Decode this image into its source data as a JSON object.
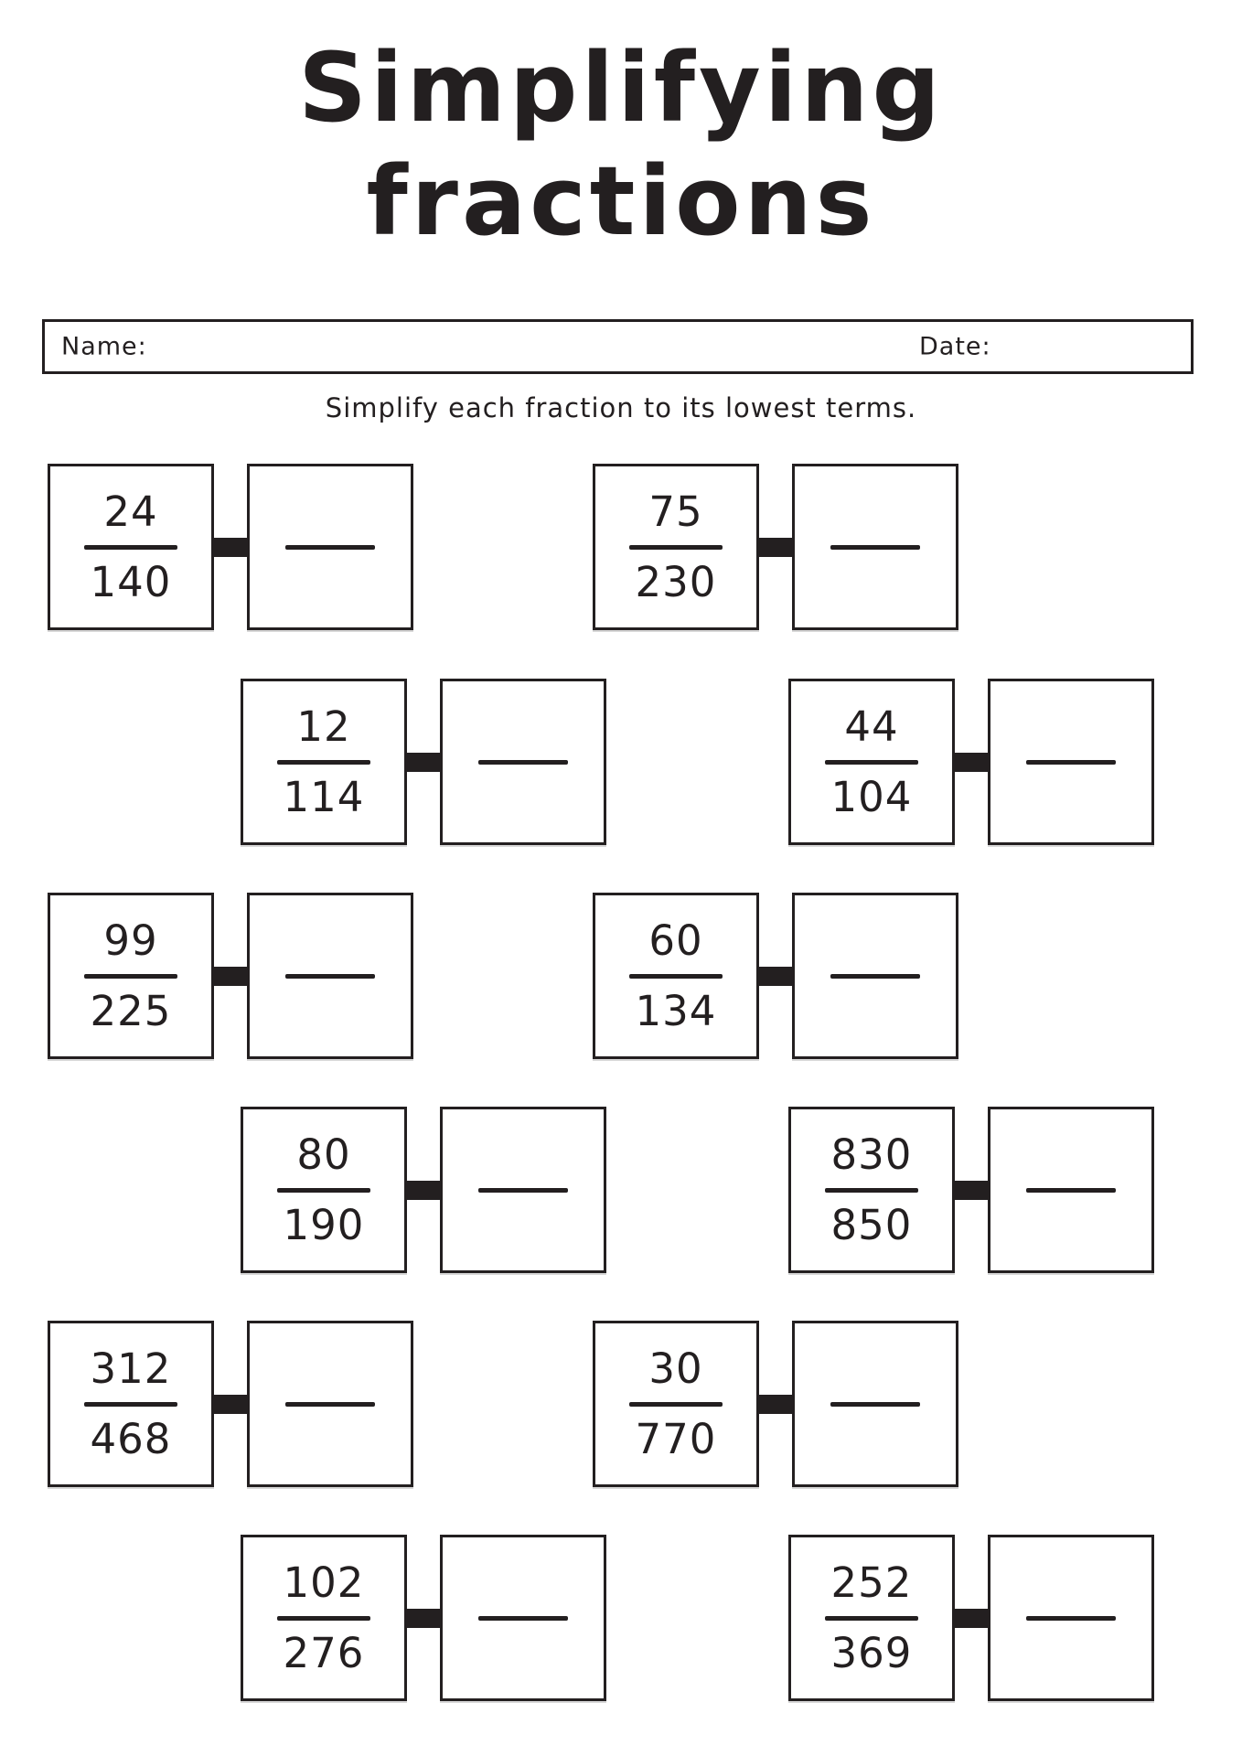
{
  "title": {
    "line1": "Simplifying",
    "line2": "fractions"
  },
  "form": {
    "name_label": "Name:",
    "date_label": "Date:"
  },
  "instruction": "Simplify each fraction to its lowest terms.",
  "colors": {
    "ink": "#231f20",
    "paper": "#ffffff"
  },
  "rows": [
    {
      "indent": false,
      "problems": [
        {
          "num": "24",
          "den": "140"
        },
        {
          "num": "75",
          "den": "230"
        }
      ]
    },
    {
      "indent": true,
      "problems": [
        {
          "num": "12",
          "den": "114"
        },
        {
          "num": "44",
          "den": "104"
        }
      ]
    },
    {
      "indent": false,
      "problems": [
        {
          "num": "99",
          "den": "225"
        },
        {
          "num": "60",
          "den": "134"
        }
      ]
    },
    {
      "indent": true,
      "problems": [
        {
          "num": "80",
          "den": "190"
        },
        {
          "num": "830",
          "den": "850"
        }
      ]
    },
    {
      "indent": false,
      "problems": [
        {
          "num": "312",
          "den": "468"
        },
        {
          "num": "30",
          "den": "770"
        }
      ]
    },
    {
      "indent": true,
      "problems": [
        {
          "num": "102",
          "den": "276"
        },
        {
          "num": "252",
          "den": "369"
        }
      ]
    }
  ]
}
